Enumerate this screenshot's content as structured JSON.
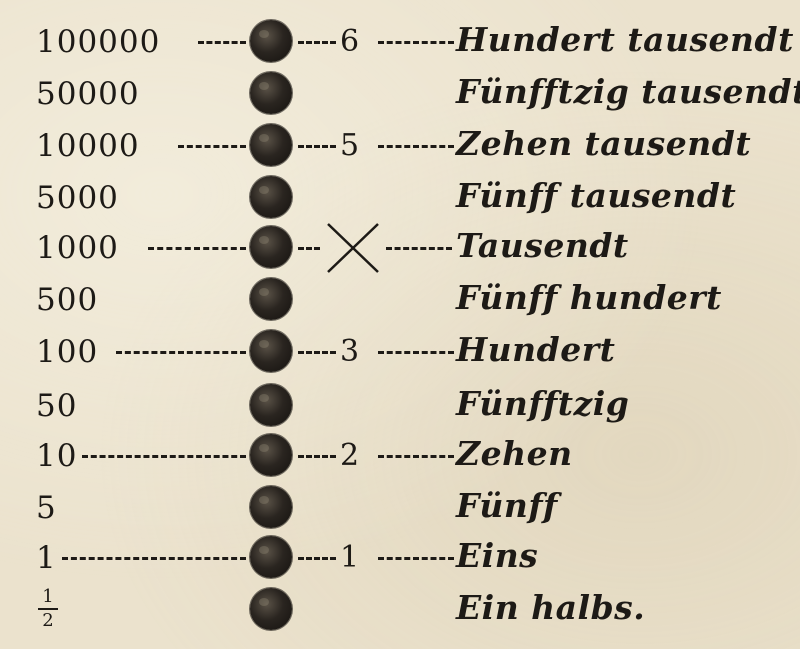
{
  "rows": [
    {
      "value": "100000",
      "line_number": "6",
      "label": "Hundert tausendt",
      "on_line": true
    },
    {
      "value": "50000",
      "line_number": "",
      "label": "Fünfftzig tausendt",
      "on_line": false
    },
    {
      "value": "10000",
      "line_number": "5",
      "label": "Zehen tausendt",
      "on_line": true
    },
    {
      "value": "5000",
      "line_number": "",
      "label": "Fünff tausendt",
      "on_line": false
    },
    {
      "value": "1000",
      "line_number": "",
      "label": "Tausendt",
      "on_line": true,
      "cross": true
    },
    {
      "value": "500",
      "line_number": "",
      "label": "Fünff hundert",
      "on_line": false
    },
    {
      "value": "100",
      "line_number": "3",
      "label": "Hundert",
      "on_line": true
    },
    {
      "value": "50",
      "line_number": "",
      "label": "Fünfftzig",
      "on_line": false
    },
    {
      "value": "10",
      "line_number": "2",
      "label": "Zehen",
      "on_line": true
    },
    {
      "value": "5",
      "line_number": "",
      "label": "Fünff",
      "on_line": false
    },
    {
      "value": "1",
      "line_number": "1",
      "label": "Eins",
      "on_line": true
    },
    {
      "value": "½",
      "frac_num": "1",
      "frac_den": "2",
      "line_number": "",
      "label": "Ein halbs.",
      "on_line": false
    }
  ],
  "bead_color": "#1d1a16",
  "paper_color": "#ebe2cd"
}
